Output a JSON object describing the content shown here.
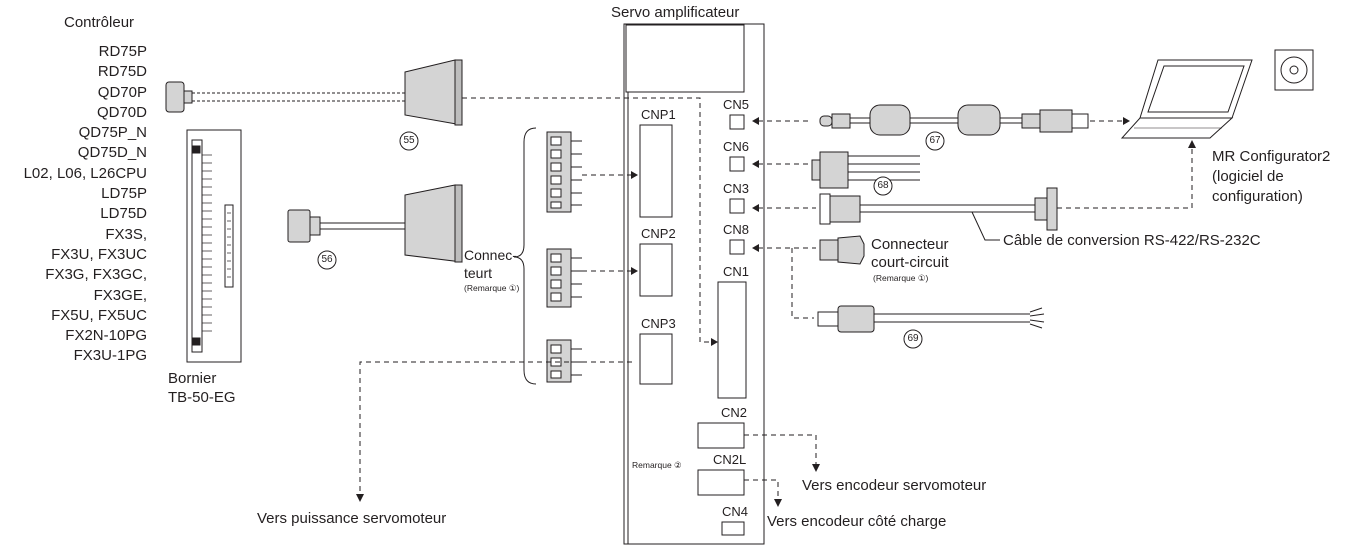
{
  "controller": {
    "title": "Contrôleur",
    "models": [
      "RD75P",
      "RD75D",
      "QD70P",
      "QD70D",
      "QD75P_N",
      "QD75D_N",
      "L02, L06, L26CPU",
      "LD75P",
      "LD75D",
      "FX3S,",
      "FX3U, FX3UC",
      "FX3G, FX3GC,",
      "FX3GE,",
      "FX5U, FX5UC",
      "FX2N-10PG",
      "FX3U-1PG"
    ]
  },
  "terminal_block": {
    "line1": "Bornier",
    "line2": "TB-50-EG"
  },
  "amplifier": {
    "title": "Servo amplificateur",
    "connectors": {
      "cnp1": "CNP1",
      "cnp2": "CNP2",
      "cnp3": "CNP3",
      "cn5": "CN5",
      "cn6": "CN6",
      "cn3": "CN3",
      "cn8": "CN8",
      "cn1": "CN1",
      "cn2": "CN2",
      "cn2l": "CN2L",
      "cn4": "CN4"
    },
    "note2": "Remarque ②"
  },
  "connector_group": {
    "line1": "Connec-",
    "line2": "teurt",
    "note": "(Remarque ①)"
  },
  "cable_numbers": {
    "c55": "55",
    "c56": "56",
    "c67": "67",
    "c68": "68",
    "c69": "69"
  },
  "short_circuit": {
    "line1": "Connecteur",
    "line2": "court-circuit",
    "note": "(Remarque ①)"
  },
  "conversion_cable": "Câble de conversion RS-422/RS-232C",
  "software": {
    "line1": "MR Configurator2",
    "line2": "(logiciel de",
    "line3": "configuration)"
  },
  "destinations": {
    "power": "Vers puissance servomoteur",
    "encoder": "Vers encodeur servomoteur",
    "load_encoder": "Vers encodeur côté charge"
  },
  "colors": {
    "line": "#231f20",
    "cable_fill": "#d4d4d4",
    "connector_fill": "#bdbdbd"
  }
}
